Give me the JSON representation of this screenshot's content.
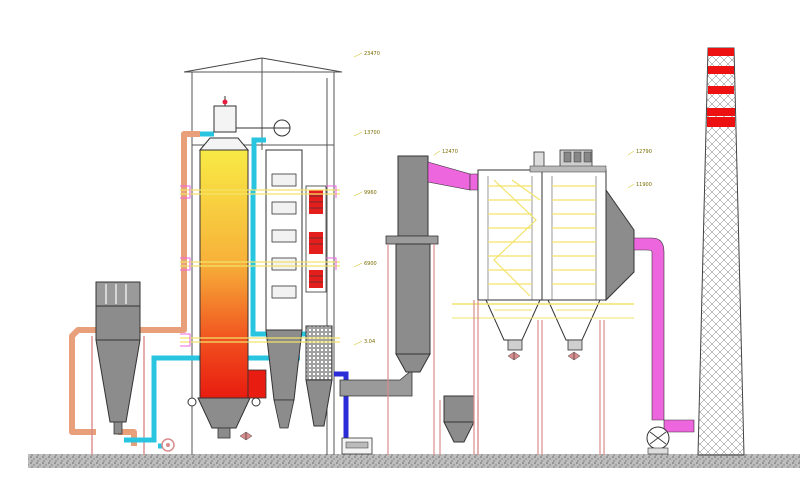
{
  "elevation_labels": [
    {
      "id": "top",
      "text": "23470"
    },
    {
      "id": "mid1",
      "text": "13700"
    },
    {
      "id": "mid2",
      "text": "9960"
    },
    {
      "id": "mid3",
      "text": "6900"
    },
    {
      "id": "low",
      "text": "3.04"
    },
    {
      "id": "cyclone",
      "text": "12470"
    },
    {
      "id": "filter-top",
      "text": "12790"
    },
    {
      "id": "filter-mid",
      "text": "11900"
    }
  ],
  "colors": {
    "pipe_orange": "#e8a07a",
    "pipe_cyan": "#29c4e0",
    "duct_magenta": "#ee66dd",
    "duct_blue": "#2b2bd8",
    "equipment_gray": "#8c8c8c",
    "outline": "#333333",
    "walkway_yellow": "#f2e36a",
    "structure_pink": "#d98c8c",
    "chimney_red": "#ee1111",
    "ground": "#9a9a9a"
  },
  "icons": [
    "fan-icon",
    "pump-icon",
    "valve-icon"
  ]
}
